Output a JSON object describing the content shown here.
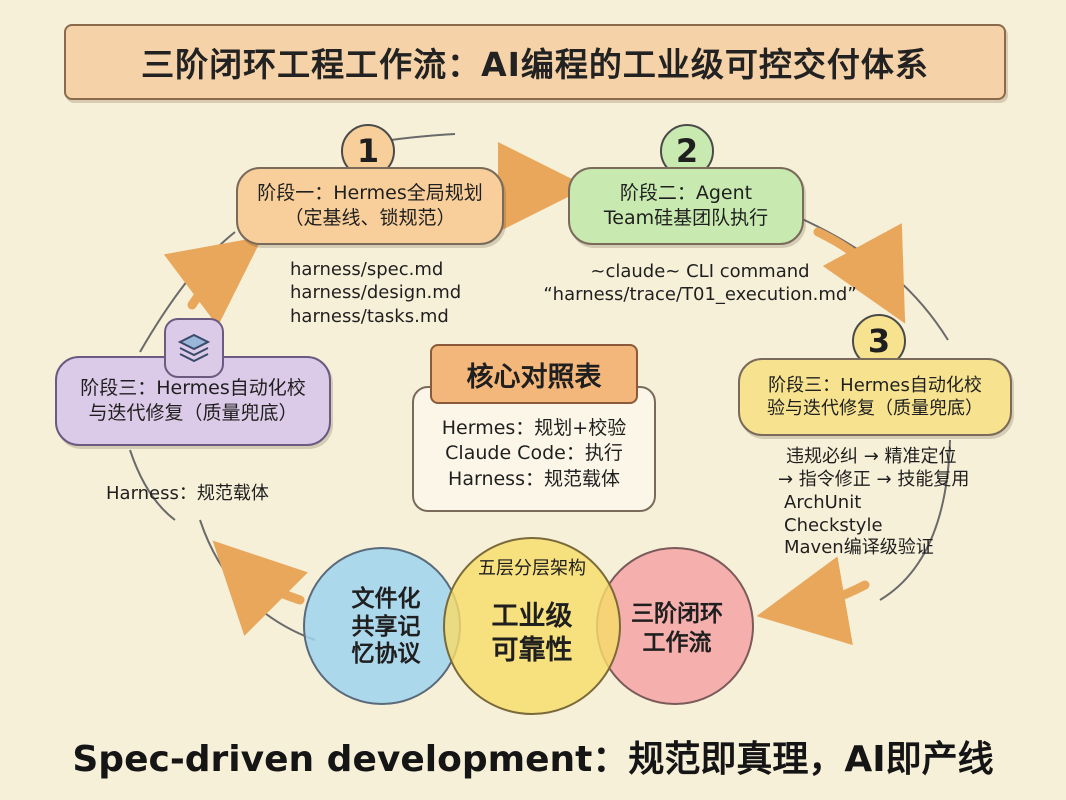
{
  "title": "三阶闭环工程工作流：AI编程的工业级可控交付体系",
  "stages": {
    "stage1": {
      "number": "1",
      "line1": "阶段一：Hermes全局规划",
      "line2": "（定基线、锁规范）",
      "color": "#f8cf9a",
      "notes": [
        "harness/spec.md",
        "harness/design.md",
        "harness/tasks.md"
      ]
    },
    "stage2": {
      "number": "2",
      "line1": "阶段二：Agent",
      "line2": "Team硅基团队执行",
      "color": "#c8eab0",
      "notes": [
        "~claude~ CLI command",
        "“harness/trace/T01_execution.md”"
      ]
    },
    "stage3": {
      "number": "3",
      "line1": "阶段三：Hermes自动化校",
      "line2": "验与迭代修复（质量兜底）",
      "color": "#f7e38f",
      "notes": [
        "违规必纠 → 精准定位",
        "→ 指令修正 → 技能复用",
        "ArchUnit",
        "Checkstyle",
        "Maven编译级验证"
      ]
    },
    "stage_left": {
      "line1": "阶段三：Hermes自动化校",
      "line2": "与迭代修复（质量兜底）",
      "color": "#dccbe8",
      "icon": "layers-icon"
    }
  },
  "center": {
    "title": "核心对照表",
    "lines": [
      "Hermes：规划+校验",
      "Claude Code：执行",
      "Harness：规范载体"
    ]
  },
  "harness_label": "Harness：规范载体",
  "venn": {
    "left": [
      "文件化",
      "共享记",
      "忆协议"
    ],
    "center_top": "五层分层架构",
    "center": [
      "工业级",
      "可靠性"
    ],
    "right": [
      "三阶闭环",
      "工作流"
    ],
    "colors": {
      "left": "#9fd3ee",
      "center": "#f7dc6a",
      "right": "#f4a3a3"
    }
  },
  "footer": "Spec-driven development：规范即真理，AI即产线"
}
